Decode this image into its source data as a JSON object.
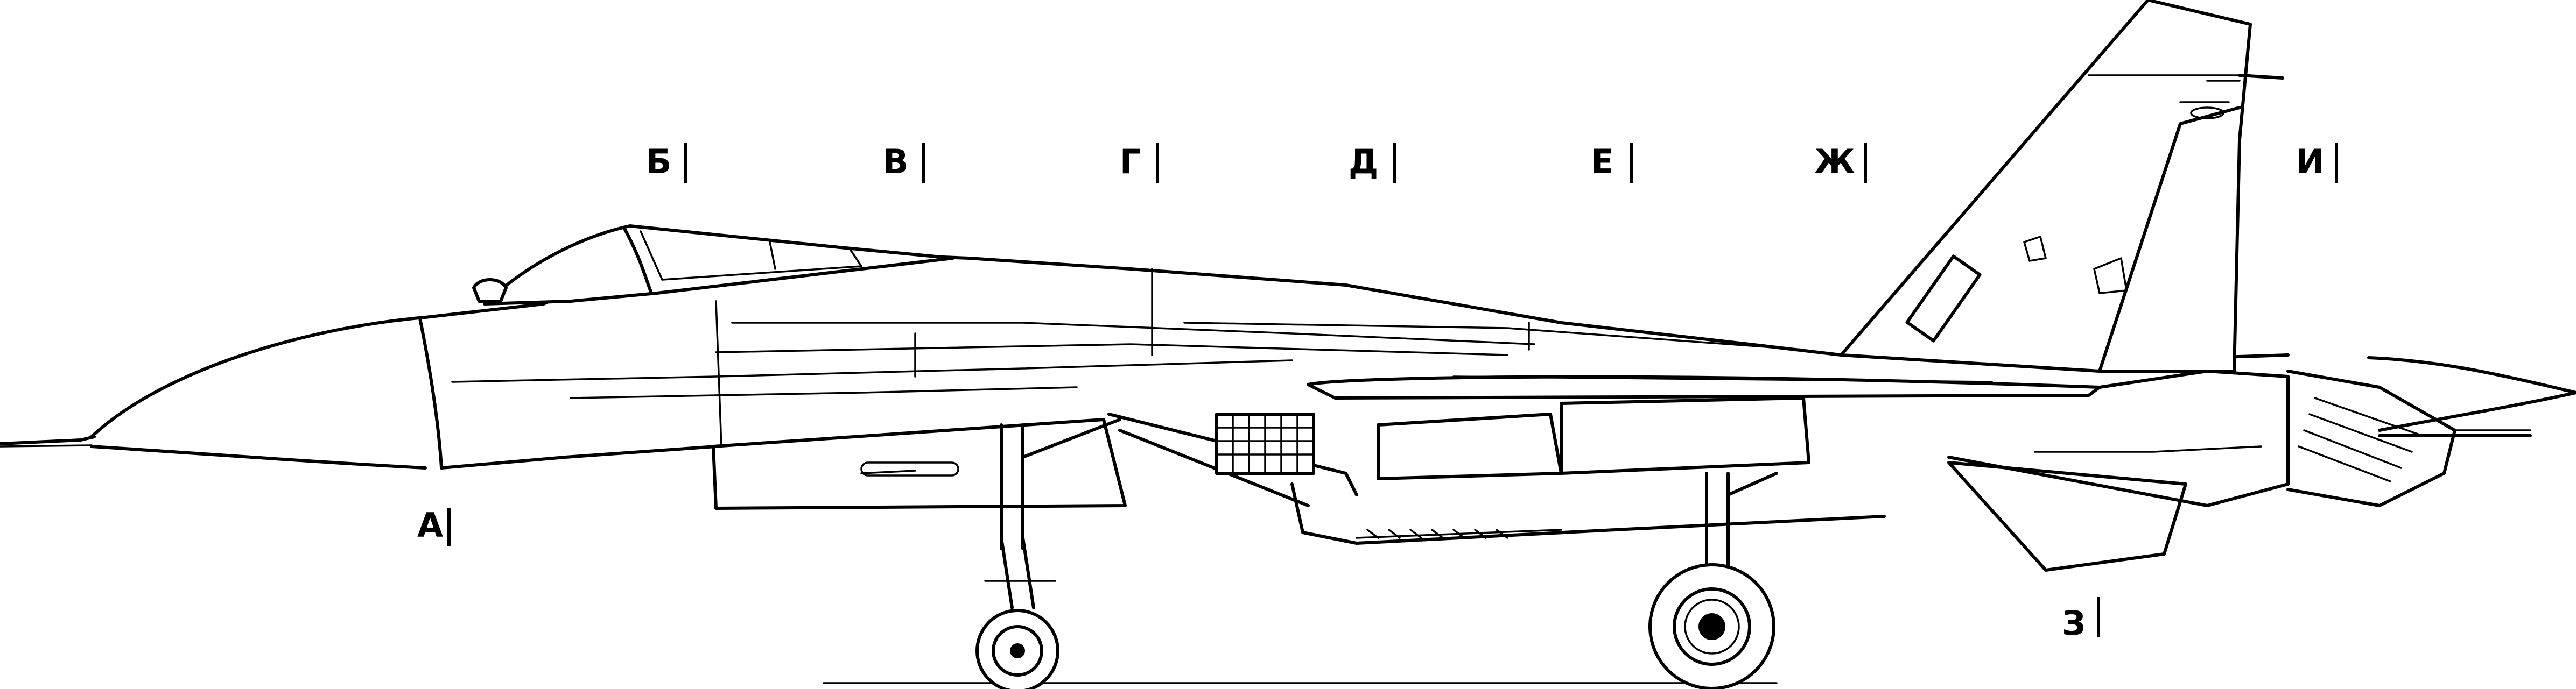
{
  "section_labels": {
    "a": "А",
    "b": "Б",
    "v": "В",
    "g": "Г",
    "d": "Д",
    "e": "Е",
    "zh": "Ж",
    "z": "З",
    "i": "И"
  }
}
